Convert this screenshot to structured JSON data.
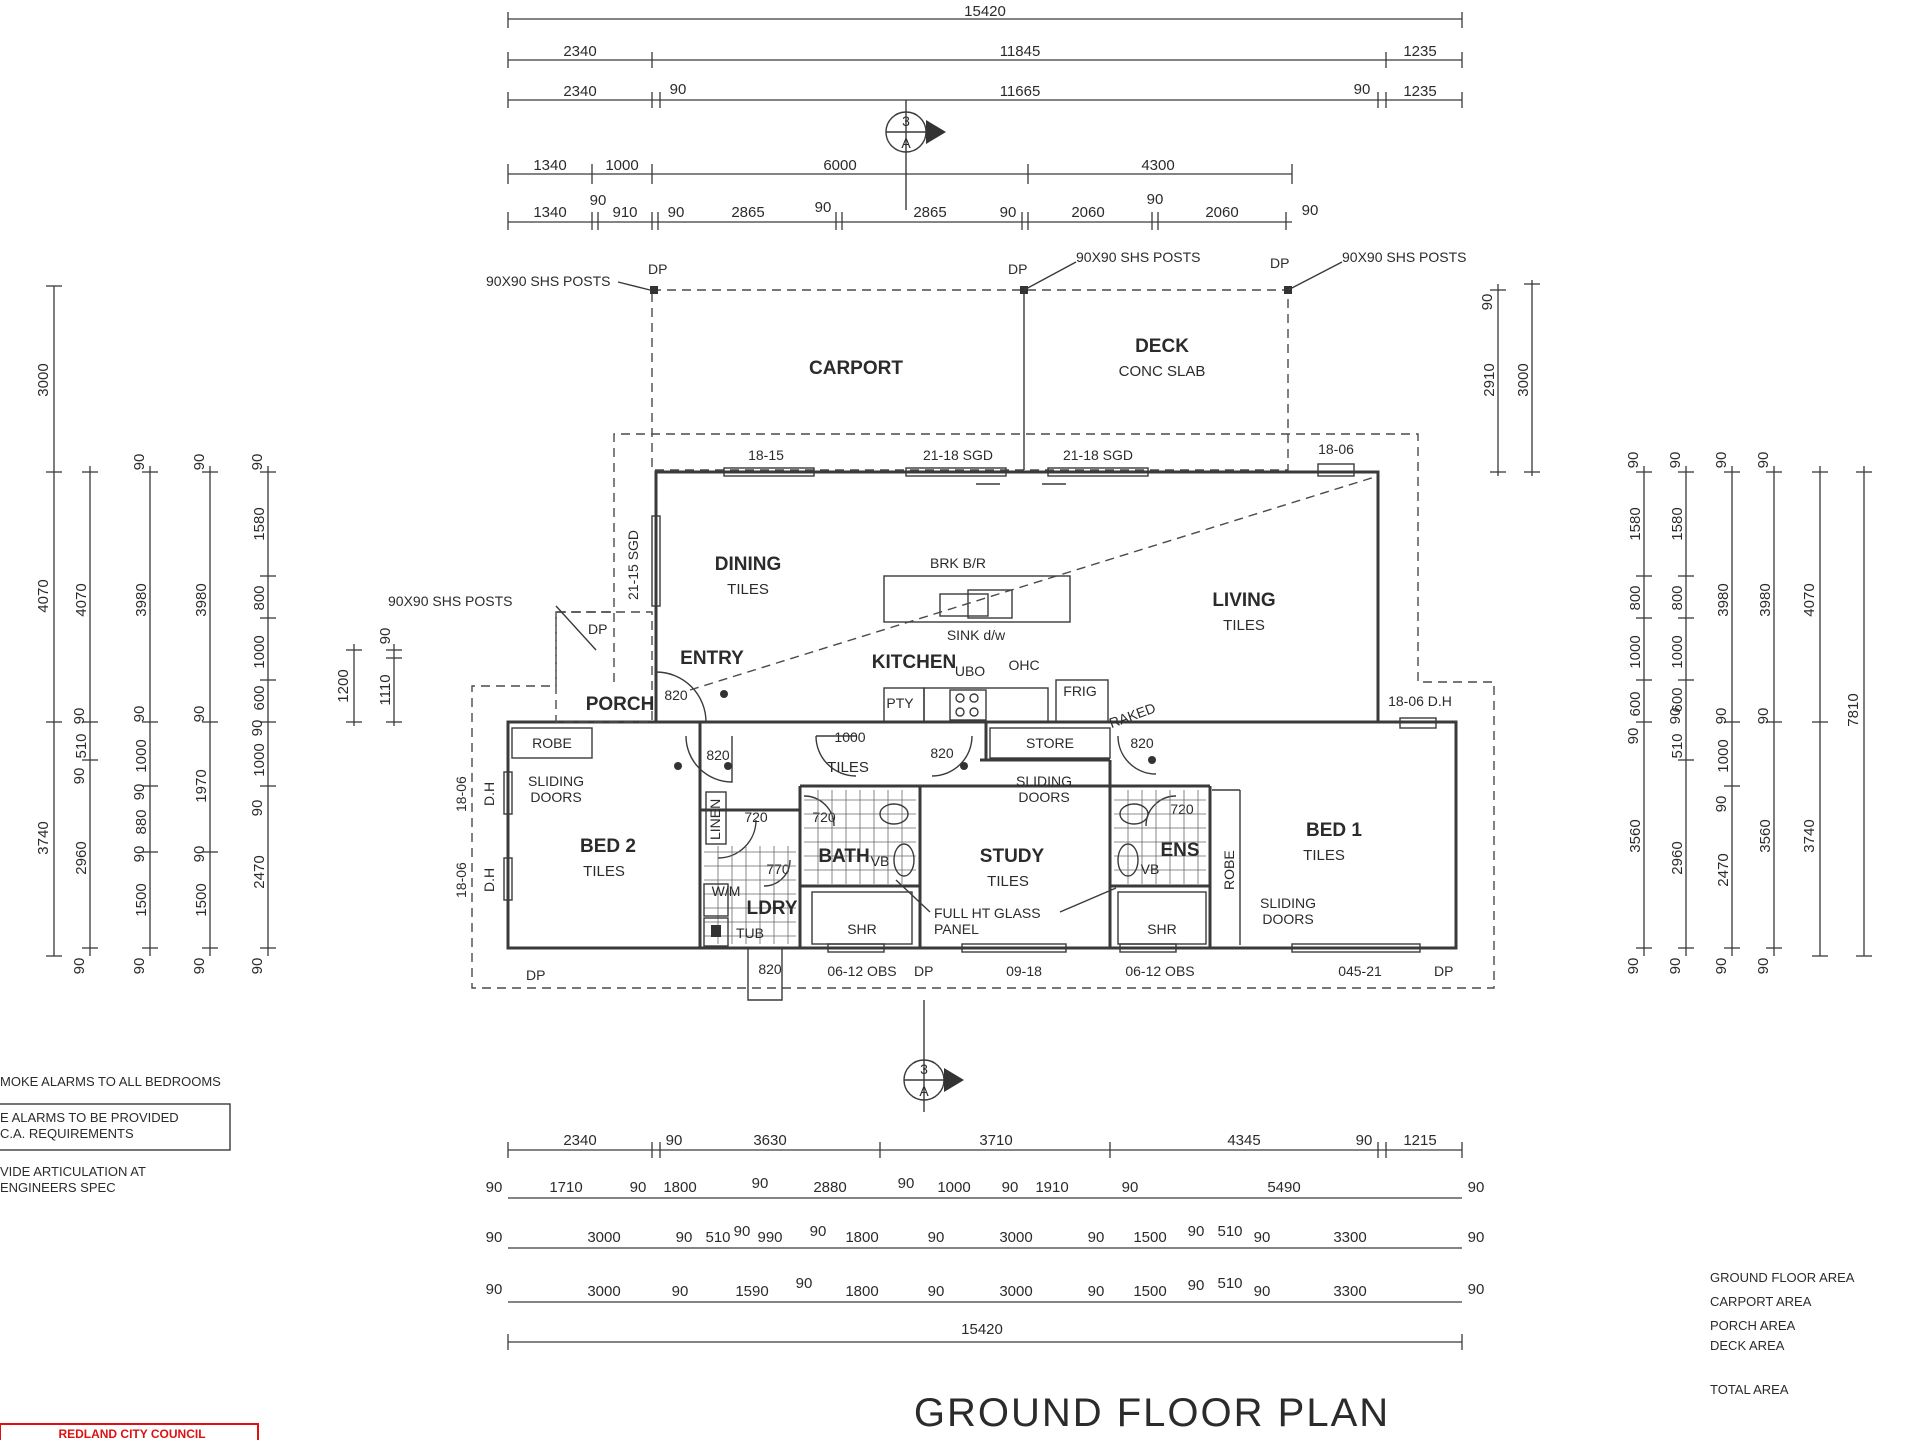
{
  "title": "GROUND FLOOR PLAN",
  "top_dimensions": {
    "row1": [
      "15420"
    ],
    "row2": [
      "2340",
      "11845",
      "1235"
    ],
    "row3": [
      "2340",
      "90",
      "11665",
      "90",
      "1235"
    ],
    "row4": [
      "1340",
      "1000",
      "6000",
      "4300"
    ],
    "row5": [
      "1340",
      "90",
      "910",
      "90",
      "2865",
      "90",
      "2865",
      "90",
      "2060",
      "90",
      "2060",
      "90"
    ]
  },
  "bottom_dimensions": {
    "row1": [
      "2340",
      "90",
      "3630",
      "3710",
      "4345",
      "90",
      "1215"
    ],
    "row2": [
      "90",
      "1710",
      "90",
      "1800",
      "90",
      "2880",
      "90",
      "1000",
      "90",
      "1910",
      "90",
      "5490",
      "90"
    ],
    "row3": [
      "90",
      "3000",
      "90",
      "510",
      "90",
      "990",
      "90",
      "1800",
      "90",
      "3000",
      "90",
      "1500",
      "90",
      "510",
      "90",
      "3300",
      "90"
    ],
    "row4": [
      "90",
      "3000",
      "90",
      "1590",
      "90",
      "1800",
      "90",
      "3000",
      "90",
      "1500",
      "90",
      "510",
      "90",
      "3300",
      "90"
    ],
    "row5": [
      "15420"
    ]
  },
  "left_dimensions": {
    "c1": [
      "3000",
      "4070",
      "3740"
    ],
    "c2": [
      "4070",
      "90",
      "510",
      "90",
      "2960",
      "90"
    ],
    "c3": [
      "90",
      "3980",
      "90",
      "1000",
      "90",
      "880",
      "90",
      "1500",
      "90"
    ],
    "c4": [
      "90",
      "3980",
      "90",
      "1970",
      "90",
      "1500",
      "90"
    ],
    "c5": [
      "90",
      "1580",
      "800",
      "1000",
      "90",
      "600",
      "1000",
      "90",
      "2470",
      "90"
    ],
    "c6": [
      "1200"
    ],
    "c7": [
      "90",
      "1110"
    ]
  },
  "right_dimensions": {
    "deck": [
      "90",
      "2910",
      "3000"
    ],
    "c1": [
      "90",
      "1580",
      "800",
      "1000",
      "90",
      "600",
      "3560",
      "90"
    ],
    "c2": [
      "90",
      "1580",
      "800",
      "1000",
      "510",
      "90",
      "600",
      "2960",
      "90"
    ],
    "c3": [
      "90",
      "3980",
      "90",
      "1000",
      "90",
      "2470",
      "90"
    ],
    "c4": [
      "90",
      "3980",
      "90",
      "3560",
      "90"
    ],
    "c5": [
      "4070",
      "3740"
    ],
    "c6": [
      "7810"
    ]
  },
  "rooms": {
    "carport": "CARPORT",
    "deck": "DECK",
    "deck_finish": "CONC SLAB",
    "dining": "DINING",
    "dining_finish": "TILES",
    "living": "LIVING",
    "living_finish": "TILES",
    "entry": "ENTRY",
    "kitchen": "KITCHEN",
    "porch": "PORCH",
    "bed2": "BED 2",
    "bed2_finish": "TILES",
    "bed1": "BED 1",
    "bed1_finish": "TILES",
    "study": "STUDY",
    "study_finish": "TILES",
    "bath": "BATH",
    "ens": "ENS",
    "ldry": "LDRY",
    "hall_finish": "TILES"
  },
  "labels": {
    "posts": "90X90 SHS POSTS",
    "dp": "DP",
    "window_1815": "18-15",
    "sgd": "21-18 SGD",
    "window_1806": "18-06",
    "window_1806dh": "18-06 D.H",
    "window_2115": "21-15 SGD",
    "raked": "RAKED",
    "brk_br": "BRK B/R",
    "sink": "SINK d/w",
    "ubo": "UBO",
    "ohc": "OHC",
    "pty": "PTY",
    "frig": "FRIG",
    "robe": "ROBE",
    "store": "STORE",
    "sliding_doors": [
      "SLIDING",
      "DOORS"
    ],
    "linen": "LINEN",
    "ww": "W/M",
    "tub": "TUB",
    "vb": "VB",
    "shr": "SHR",
    "glass_panel": [
      "FULL HT GLASS",
      "PANEL"
    ],
    "door_820": "820",
    "door_720": "720",
    "door_770": "770",
    "door_1000": "1000",
    "obs": "06-12 OBS",
    "w0918": "09-18",
    "w04521": "045-21",
    "dh": "D.H",
    "section_marker": "3",
    "section_letter": "A"
  },
  "notes": {
    "n1": "MOKE ALARMS TO ALL BEDROOMS",
    "n2a": "E ALARMS TO BE PROVIDED",
    "n2b": "C.A. REQUIREMENTS",
    "n3a": "VIDE ARTICULATION AT",
    "n3b": "ENGINEERS SPEC"
  },
  "area_labels": [
    "GROUND FLOOR AREA",
    "CARPORT AREA",
    "PORCH AREA",
    "DECK AREA",
    "TOTAL AREA"
  ],
  "council_stamp": "REDLAND CITY COUNCIL"
}
